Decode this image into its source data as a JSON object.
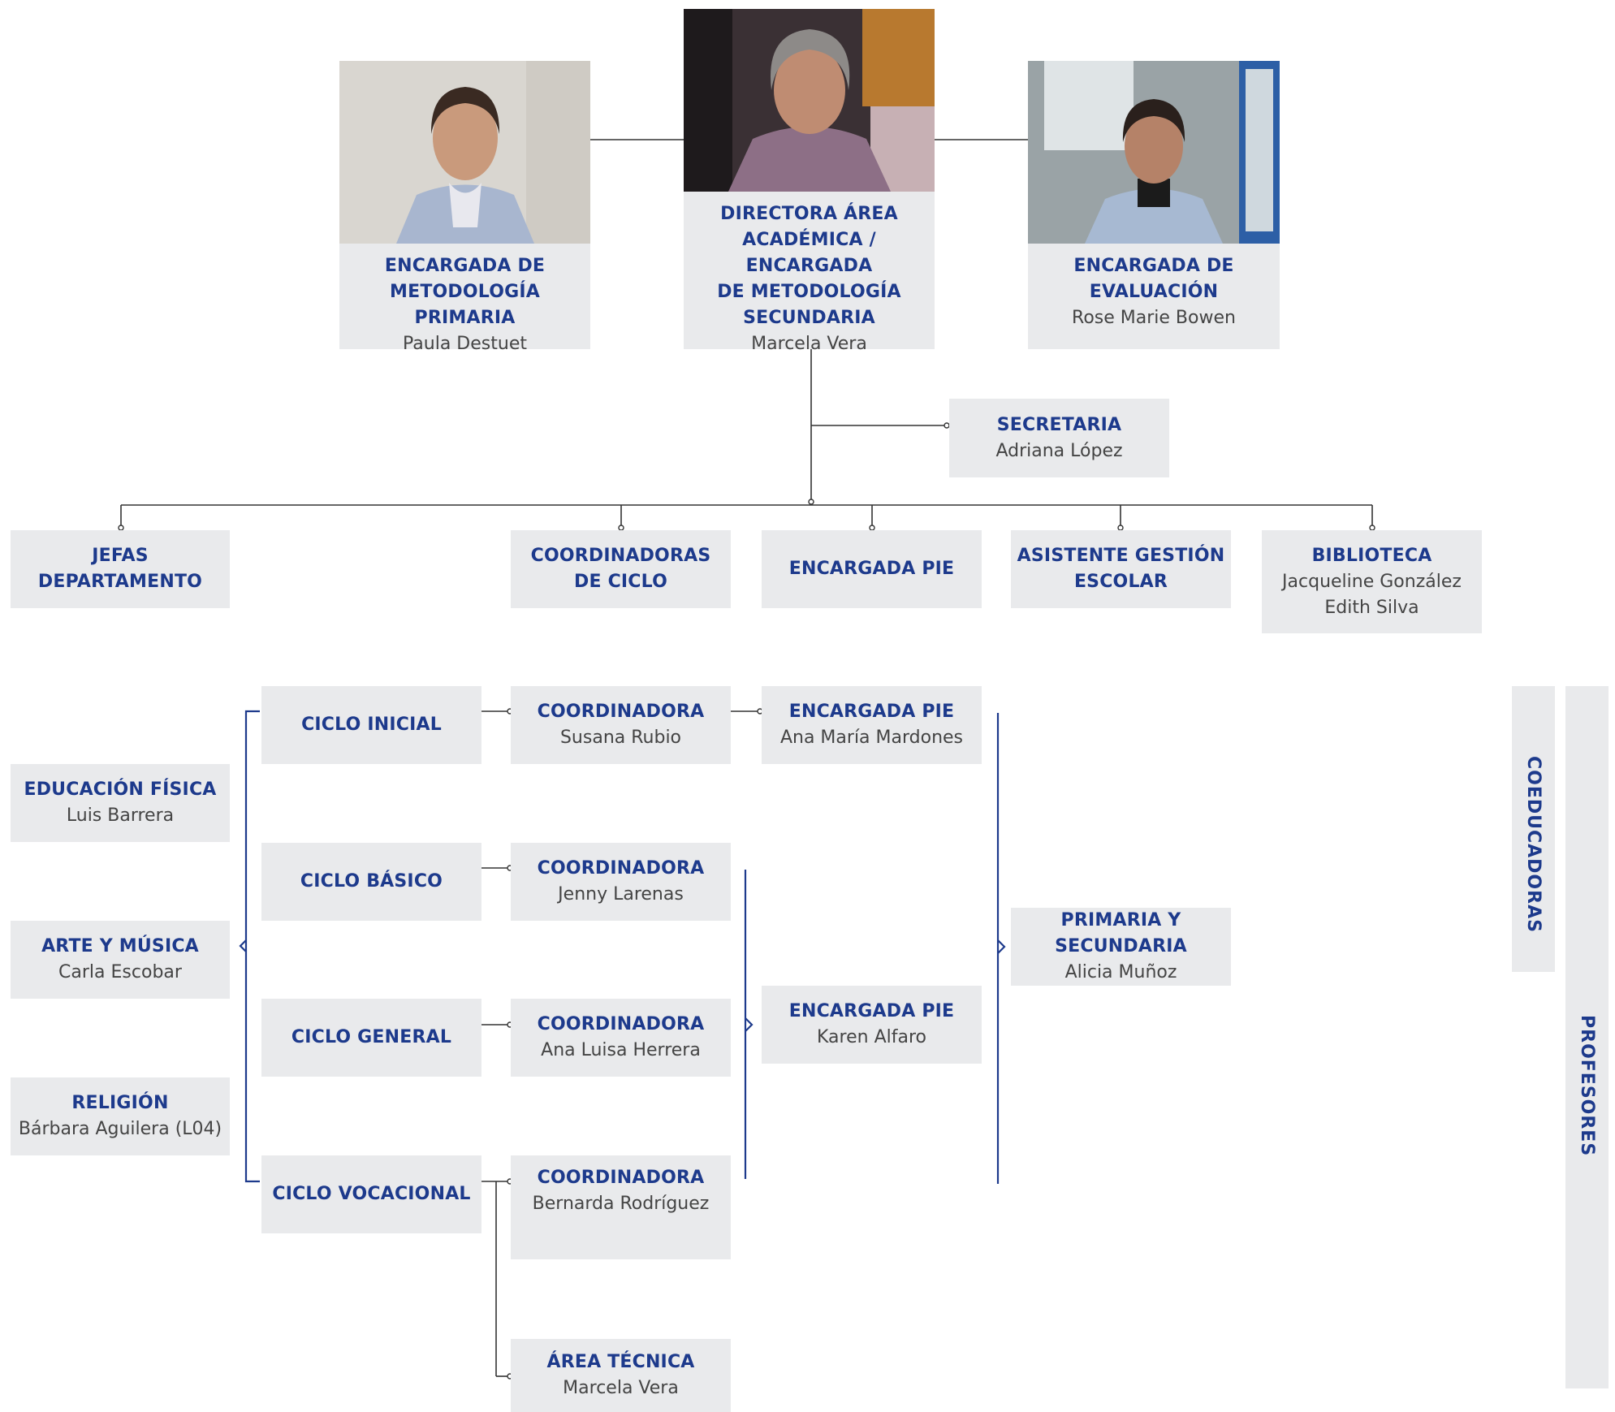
{
  "top": {
    "left": {
      "title_1": "ENCARGADA DE",
      "title_2": "METODOLOGÍA PRIMARIA",
      "name": "Paula Destuet"
    },
    "center": {
      "title_1": "DIRECTORA ÁREA",
      "title_2": "ACADÉMICA / ENCARGADA",
      "title_3": "DE METODOLOGÍA",
      "title_4": "SECUNDARIA",
      "name": "Marcela Vera"
    },
    "right": {
      "title_1": "ENCARGADA DE",
      "title_2": "EVALUACIÓN",
      "name": "Rose Marie Bowen"
    }
  },
  "secretaria": {
    "title": "SECRETARIA",
    "name": "Adriana López"
  },
  "row2": {
    "jefas": {
      "title": "JEFAS DEPARTAMENTO"
    },
    "coord_ciclo": {
      "title_1": "COORDINADORAS",
      "title_2": "DE CICLO"
    },
    "pie": {
      "title": "ENCARGADA PIE"
    },
    "asistente": {
      "title_1": "ASISTENTE GESTIÓN",
      "title_2": "ESCOLAR"
    },
    "biblioteca": {
      "title": "BIBLIOTECA",
      "name_1": "Jacqueline González",
      "name_2": "Edith Silva"
    }
  },
  "departamentos": [
    {
      "title": "EDUCACIÓN FÍSICA",
      "name": "Luis Barrera"
    },
    {
      "title": "ARTE Y MÚSICA",
      "name": "Carla Escobar"
    },
    {
      "title": "RELIGIÓN",
      "name": "Bárbara Aguilera (L04)"
    }
  ],
  "ciclos": [
    "CICLO INICIAL",
    "CICLO BÁSICO",
    "CICLO GENERAL",
    "CICLO VOCACIONAL"
  ],
  "coordinadoras": [
    {
      "title": "COORDINADORA",
      "name": "Susana Rubio"
    },
    {
      "title": "COORDINADORA",
      "name": "Jenny Larenas"
    },
    {
      "title": "COORDINADORA",
      "name": "Ana Luisa Herrera"
    },
    {
      "title": "COORDINADORA",
      "name": "Bernarda Rodríguez"
    }
  ],
  "area_tecnica": {
    "title": "ÁREA TÉCNICA",
    "name": "Marcela Vera"
  },
  "pie_people": [
    {
      "title": "ENCARGADA PIE",
      "name": "Ana María Mardones"
    },
    {
      "title": "ENCARGADA PIE",
      "name": "Karen Alfaro"
    }
  ],
  "primaria_secundaria": {
    "title": "PRIMARIA Y SECUNDARIA",
    "name": "Alicia Muñoz"
  },
  "side_labels": {
    "coeducadoras": "COEDUCADORAS",
    "profesores": "PROFESORES"
  },
  "colors": {
    "accent": "#1d3a8c",
    "box": "#e9eaec",
    "line": "#333333"
  }
}
